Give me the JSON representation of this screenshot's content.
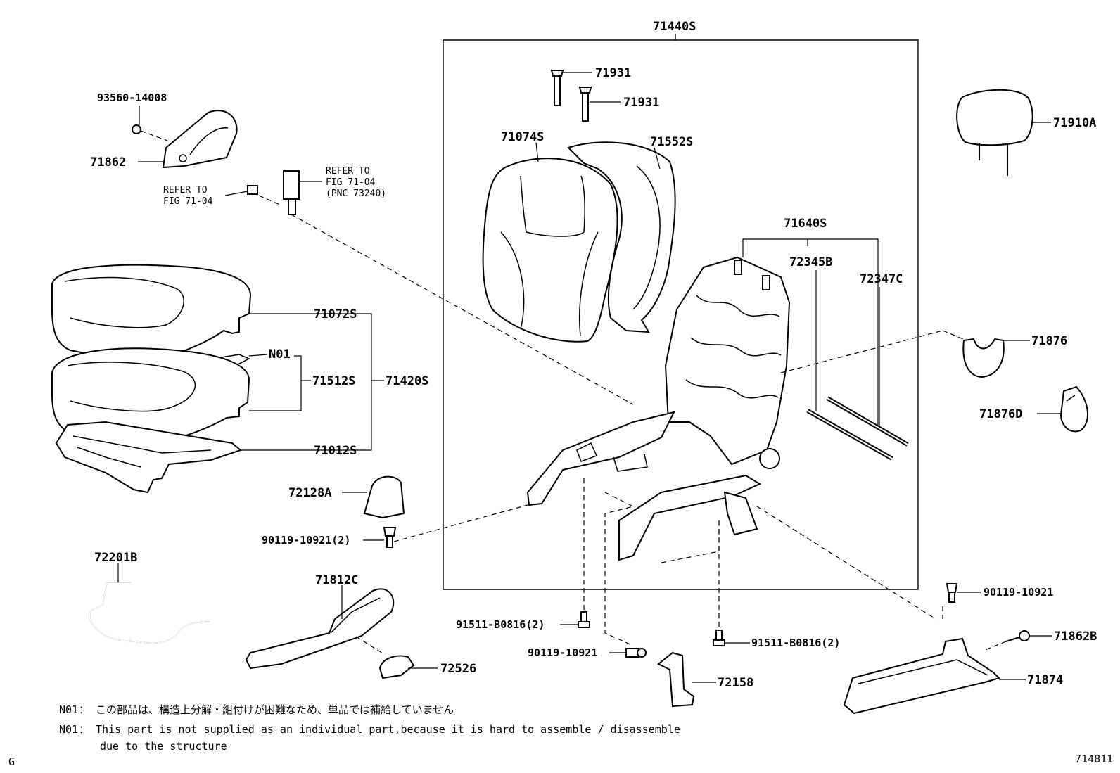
{
  "labels": {
    "p71440S": "71440S",
    "p71931a": "71931",
    "p71931b": "71931",
    "p71074S": "71074S",
    "p71552S": "71552S",
    "p71910A": "71910A",
    "p93560": "93560-14008",
    "p71862": "71862",
    "p71640S": "71640S",
    "p72345B": "72345B",
    "p72347C": "72347C",
    "p71072S": "71072S",
    "pN01": "N01",
    "p71512S": "71512S",
    "p71420S": "71420S",
    "p71012S": "71012S",
    "p71876": "71876",
    "p71876D": "71876D",
    "p72128A": "72128A",
    "p90119a": "90119-10921(2)",
    "p72201B": "72201B",
    "p71812C": "71812C",
    "p72526": "72526",
    "p91511a": "91511-B0816(2)",
    "p90119b": "90119-10921",
    "p91511b": "91511-B0816(2)",
    "p72158": "72158",
    "p90119c": "90119-10921",
    "p71862B": "71862B",
    "p71874": "71874"
  },
  "refs": {
    "ref1_line1": "REFER TO",
    "ref1_line2": "FIG 71-04",
    "ref1_line3": "(PNC 73240)",
    "ref2_line1": "REFER TO",
    "ref2_line2": "FIG 71-04"
  },
  "notes": {
    "jp_code": "N01",
    "jp_text": "： この部品は、構造上分解・組付けが困難なため、単品では補給していません",
    "en_code": "N01",
    "en_text": "： This part is not supplied as an individual part,because it is hard to assemble / disassemble",
    "en_text2": "due to the structure"
  },
  "corner": {
    "left": "G",
    "right": "714811"
  }
}
